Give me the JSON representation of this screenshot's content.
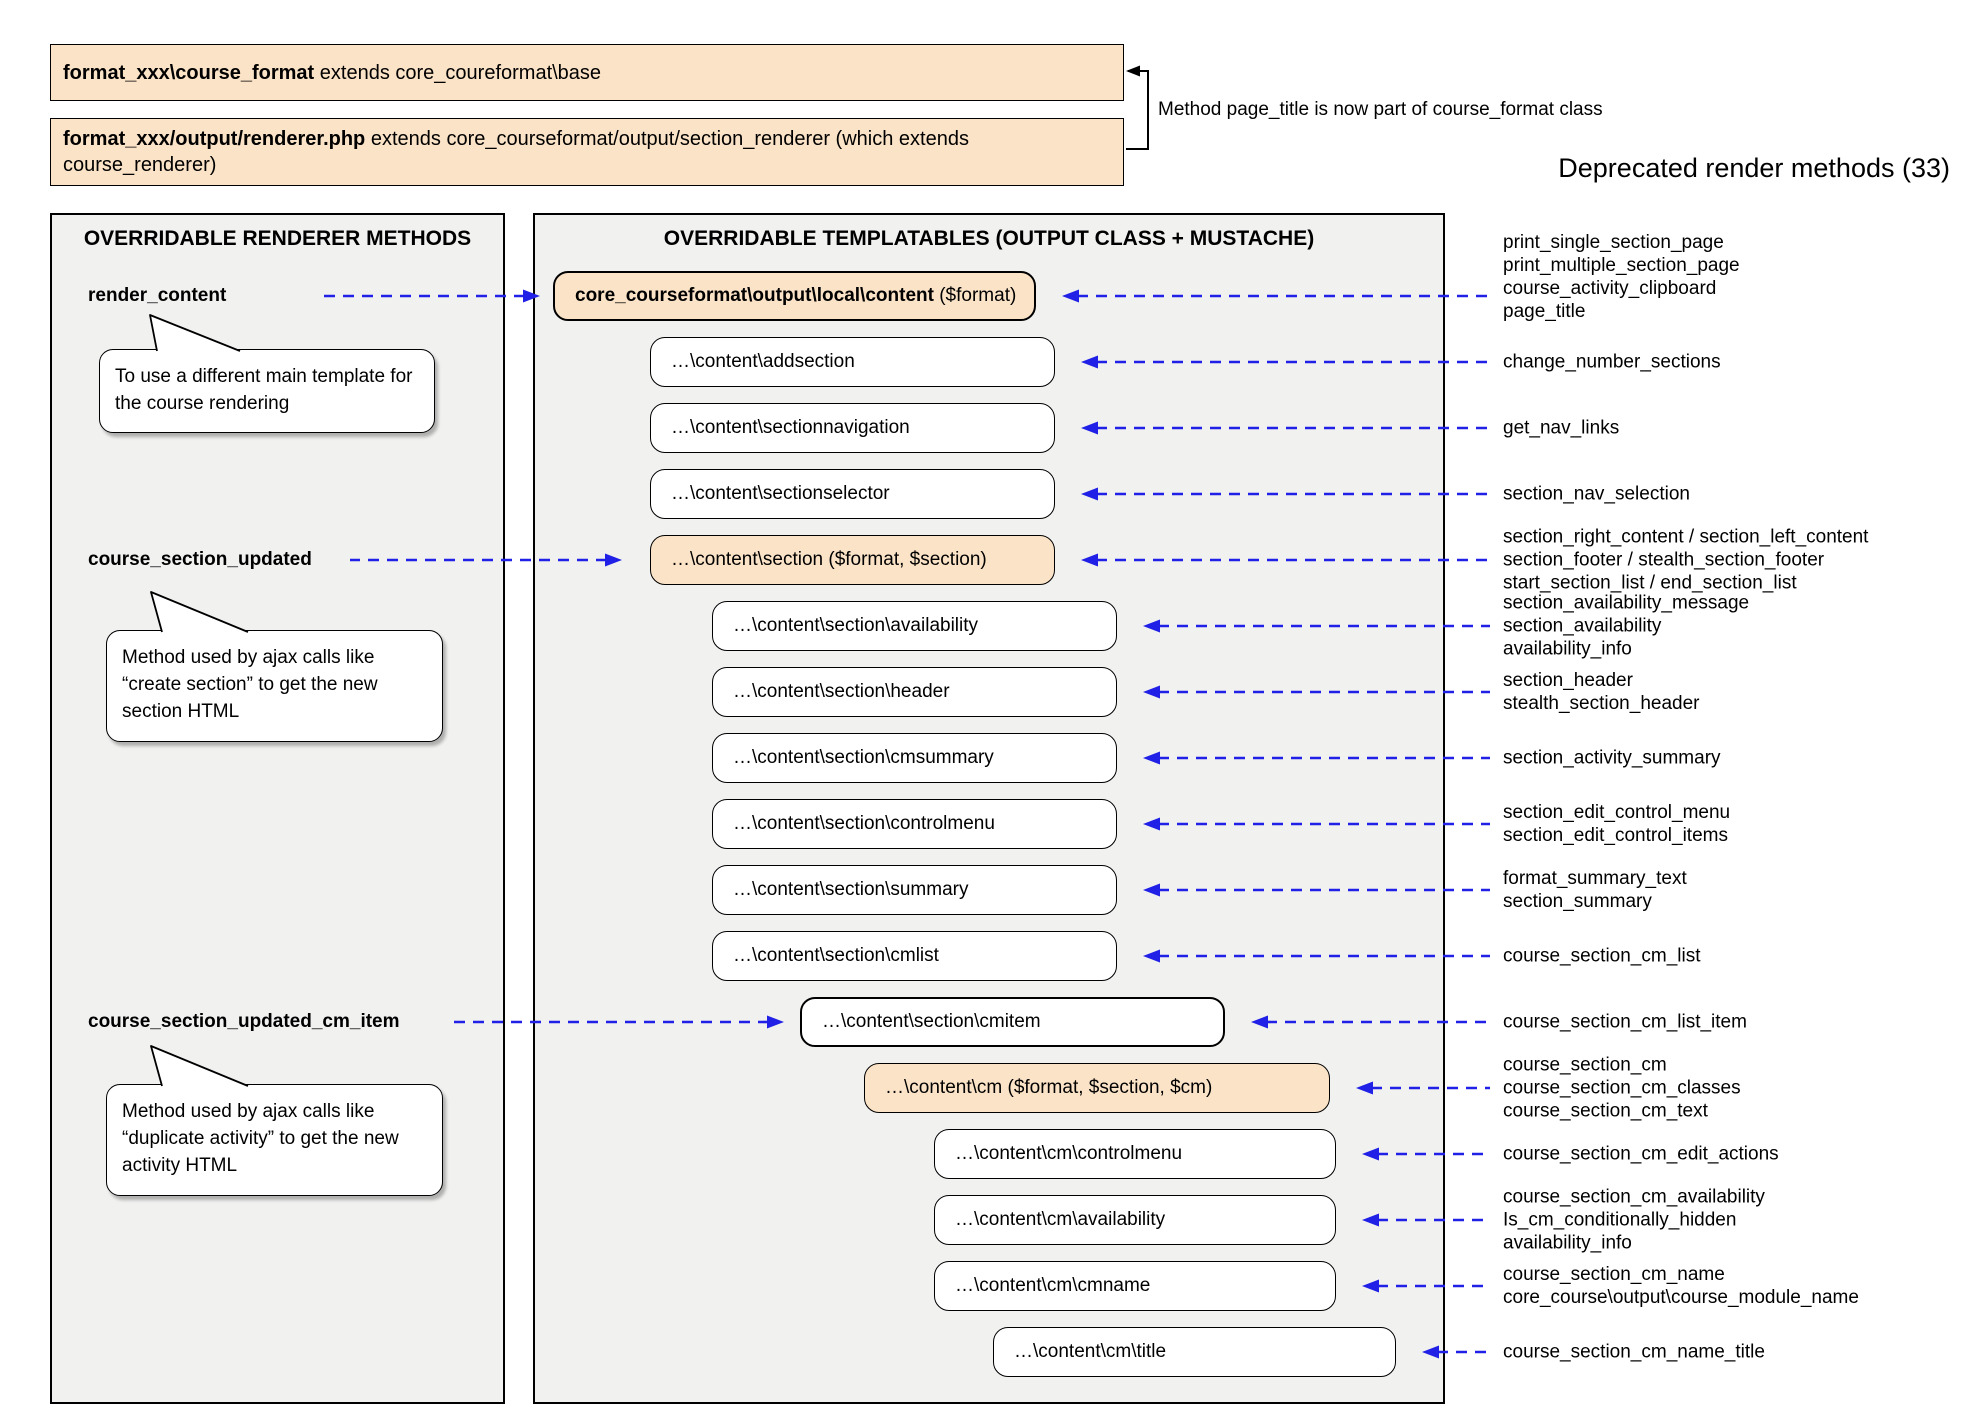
{
  "colors": {
    "arrow_blue": "#2020e6",
    "highlight_orange": "#fbe3c7",
    "panel_gray": "#f1f1f0"
  },
  "header": {
    "class_box": {
      "bold": "format_xxx\\course_format",
      "rest": " extends core_coureformat\\base"
    },
    "renderer_box": {
      "bold": "format_xxx/output/renderer.php",
      "rest": " extends core_courseformat/output/section_renderer (which extends\ncourse_renderer)"
    },
    "bracket_note": "Method page_title is now part of course_format class",
    "deprecated_title": "Deprecated render methods (33)"
  },
  "renderer_panel": {
    "title": "OVERRIDABLE RENDERER METHODS",
    "methods": [
      {
        "name": "render_content",
        "note": "To use a different main template for\nthe course rendering"
      },
      {
        "name": "course_section_updated",
        "note": "Method used by ajax calls like\n“create section” to get the new\nsection HTML"
      },
      {
        "name": "course_section_updated_cm_item",
        "note": "Method used by ajax calls like\n“duplicate activity” to get the new\nactivity HTML"
      }
    ]
  },
  "templatables_panel": {
    "title": "OVERRIDABLE TEMPLATABLES (OUTPUT CLASS + MUSTACHE)",
    "boxes": [
      {
        "id": "content",
        "bold": "core_courseformat\\output\\local\\content",
        "label": " ($format)",
        "highlight": true
      },
      {
        "id": "addsection",
        "label": "…\\content\\addsection"
      },
      {
        "id": "sectionnavigation",
        "label": "…\\content\\sectionnavigation"
      },
      {
        "id": "sectionselector",
        "label": "…\\content\\sectionselector"
      },
      {
        "id": "section",
        "label": "…\\content\\section ($format, $section)",
        "highlight": true
      },
      {
        "id": "section-availability",
        "label": "…\\content\\section\\availability"
      },
      {
        "id": "section-header",
        "label": "…\\content\\section\\header"
      },
      {
        "id": "section-cmsummary",
        "label": "…\\content\\section\\cmsummary"
      },
      {
        "id": "section-controlmenu",
        "label": "…\\content\\section\\controlmenu"
      },
      {
        "id": "section-summary",
        "label": "…\\content\\section\\summary"
      },
      {
        "id": "section-cmlist",
        "label": "…\\content\\section\\cmlist"
      },
      {
        "id": "section-cmitem",
        "label": "…\\content\\section\\cmitem",
        "emphasis": true
      },
      {
        "id": "cm",
        "label": "…\\content\\cm ($format, $section, $cm)",
        "highlight": true
      },
      {
        "id": "cm-controlmenu",
        "label": "…\\content\\cm\\controlmenu"
      },
      {
        "id": "cm-availability",
        "label": "…\\content\\cm\\availability"
      },
      {
        "id": "cm-cmname",
        "label": "…\\content\\cm\\cmname"
      },
      {
        "id": "cm-title",
        "label": "…\\content\\cm\\title"
      }
    ]
  },
  "deprecated_methods": {
    "groups": [
      {
        "target": "content",
        "lines": [
          "print_single_section_page",
          "print_multiple_section_page",
          "course_activity_clipboard",
          "page_title"
        ]
      },
      {
        "target": "addsection",
        "lines": [
          "change_number_sections"
        ]
      },
      {
        "target": "sectionnavigation",
        "lines": [
          "get_nav_links"
        ]
      },
      {
        "target": "sectionselector",
        "lines": [
          "section_nav_selection"
        ]
      },
      {
        "target": "section",
        "lines": [
          "section_right_content / section_left_content",
          "section_footer / stealth_section_footer",
          "start_section_list / end_section_list"
        ]
      },
      {
        "target": "section-availability",
        "lines": [
          "section_availability_message",
          "section_availability",
          "availability_info"
        ]
      },
      {
        "target": "section-header",
        "lines": [
          "section_header",
          "stealth_section_header"
        ]
      },
      {
        "target": "section-cmsummary",
        "lines": [
          "section_activity_summary"
        ]
      },
      {
        "target": "section-controlmenu",
        "lines": [
          "section_edit_control_menu",
          "section_edit_control_items"
        ]
      },
      {
        "target": "section-summary",
        "lines": [
          "format_summary_text",
          "section_summary"
        ]
      },
      {
        "target": "section-cmlist",
        "lines": [
          "course_section_cm_list"
        ]
      },
      {
        "target": "section-cmitem",
        "lines": [
          "course_section_cm_list_item"
        ]
      },
      {
        "target": "cm",
        "lines": [
          "course_section_cm",
          "course_section_cm_classes",
          "course_section_cm_text"
        ]
      },
      {
        "target": "cm-controlmenu",
        "lines": [
          "course_section_cm_edit_actions"
        ]
      },
      {
        "target": "cm-availability",
        "lines": [
          "course_section_cm_availability",
          "Is_cm_conditionally_hidden",
          "availability_info"
        ]
      },
      {
        "target": "cm-cmname",
        "lines": [
          "course_section_cm_name",
          "core_course\\output\\course_module_name"
        ]
      },
      {
        "target": "cm-title",
        "lines": [
          "course_section_cm_name_title"
        ]
      }
    ]
  }
}
